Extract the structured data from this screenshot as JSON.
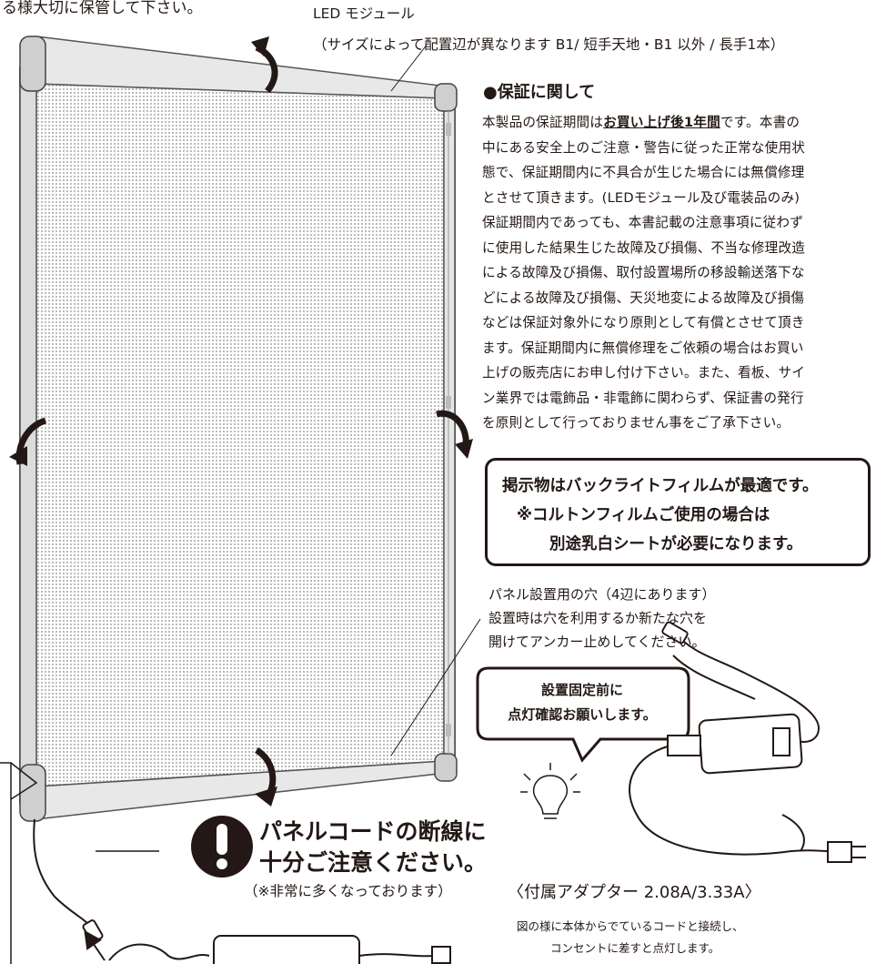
{
  "top_note": "る様大切に保管して下さい。",
  "led_label": {
    "title": "LED モジュール",
    "subtitle": "（サイズによって配置辺が異なります B1/ 短手天地・B1 以外 / 長手1本）"
  },
  "warranty": {
    "heading": "●保証に関して",
    "line1_pre": "本製品の保証期間は",
    "line1_emph": "お買い上げ後1年間",
    "line1_post": "です。本書の",
    "lines": [
      "中にある安全上のご注意・警告に従った正常な使用状",
      "態で、保証期間内に不具合が生じた場合には無償修理",
      "とさせて頂きます。(LEDモジュール及び電装品のみ)",
      "保証期間内であっても、本書記載の注意事項に従わず",
      "に使用した結果生じた故障及び損傷、不当な修理改造",
      "による故障及び損傷、取付設置場所の移設輸送落下な",
      "どによる故障及び損傷、天災地変による故障及び損傷",
      "などは保証対象外になり原則として有償とさせて頂き",
      "ます。保証期間内に無償修理をご依頼の場合はお買い",
      "上げの販売店にお申し付け下さい。また、看板、サイ",
      "ン業界では電飾品・非電飾に関わらず、保証書の発行",
      "を原則として行っておりません事をご了承下さい。"
    ]
  },
  "film_notice": [
    "掲示物はバックライトフィルムが最適です。",
    "※コルトンフィルムご使用の場合は",
    "別途乳白シートが必要になります。"
  ],
  "hole_note": [
    "パネル設置用の穴（4辺にあります）",
    "設置時は穴を利用するか新たな穴を",
    "開けてアンカー止めしてください。"
  ],
  "bubble": [
    "設置固定前に",
    "点灯確認お願いします。"
  ],
  "cord_warning": {
    "line1": "パネルコードの断線に",
    "line2": "十分ご注意ください。",
    "note": "（※非常に多くなっております）"
  },
  "adapter": {
    "title": "〈付属アダプター 2.08A/3.33A〉",
    "desc1": "図の様に本体からでているコードと接続し、",
    "desc2": "コンセントに差すと点灯します。"
  },
  "left_edge_fragment": "）",
  "colors": {
    "ink": "#231815",
    "frame": "#8a8a8a",
    "panel_dots": "#bdbdbd",
    "background": "#ffffff"
  },
  "icons": [
    "rotate-arrow-icon",
    "exclamation-icon",
    "bulb-icon",
    "adapter-icon",
    "plug-icon"
  ]
}
